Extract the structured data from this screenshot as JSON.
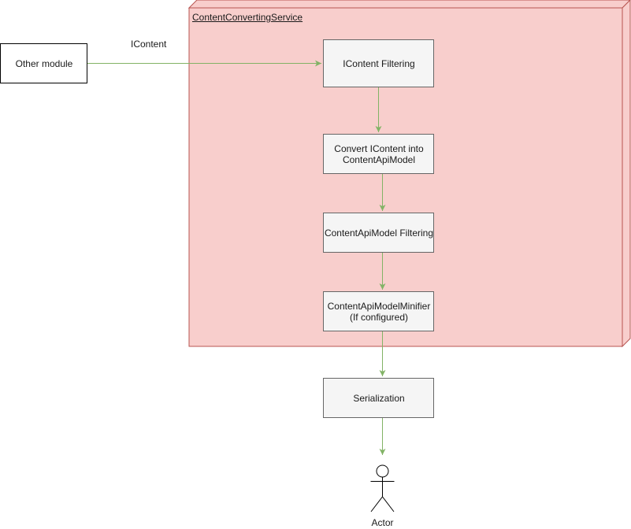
{
  "container": {
    "title": "ContentConvertingService",
    "fill": "#f8cecc",
    "stroke": "#b85450"
  },
  "nodes": {
    "other_module": "Other module",
    "icontent_filtering": "IContent Filtering",
    "convert": "Convert IContent into\nContentApiModel",
    "model_filtering": "ContentApiModel Filtering",
    "minifier": "ContentApiModelMinifier\n(If configured)",
    "serialization": "Serialization",
    "actor": "Actor"
  },
  "edges": {
    "input_label": "IContent"
  },
  "colors": {
    "edge": "#82b366",
    "step_fill": "#f5f5f5",
    "step_stroke": "#666666",
    "text": "#1a1a1a"
  }
}
